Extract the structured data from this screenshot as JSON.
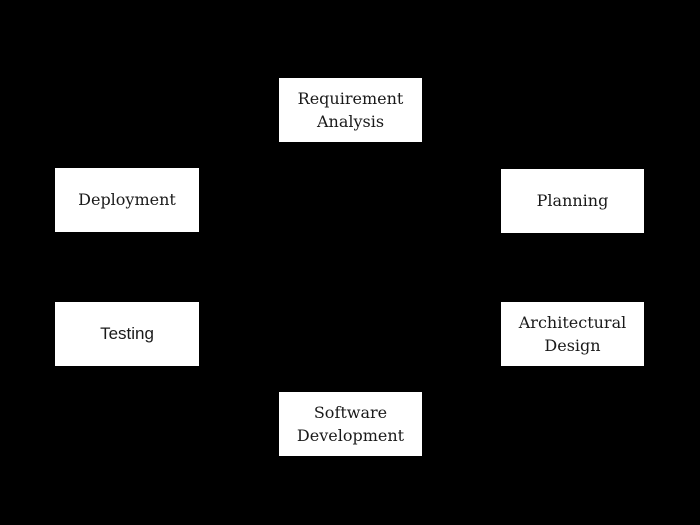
{
  "diagram": {
    "type": "cycle",
    "background_color": "#000000",
    "node_fill_color": "#ffffff",
    "node_text_color": "#1a1a1a",
    "nodes": [
      {
        "id": "requirement-analysis",
        "label": "Requirement Analysis"
      },
      {
        "id": "planning",
        "label": "Planning"
      },
      {
        "id": "architectural-design",
        "label": "Architectural Design"
      },
      {
        "id": "software-development",
        "label": "Software Development"
      },
      {
        "id": "testing",
        "label": "Testing"
      },
      {
        "id": "deployment",
        "label": "Deployment"
      }
    ]
  }
}
